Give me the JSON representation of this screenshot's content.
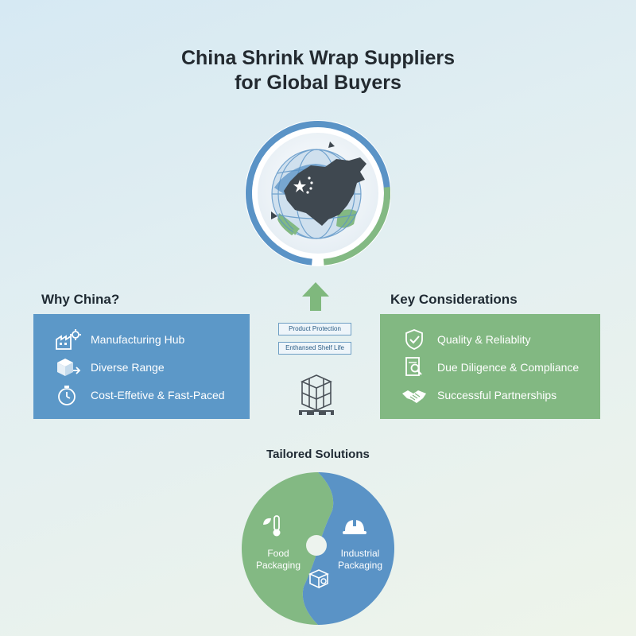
{
  "title": {
    "line1": "China Shrink Wrap Suppliers",
    "line2": "for Global Buyers"
  },
  "globe": {
    "icon": "globe-china-map-icon",
    "colors": {
      "blue": "#5a93c6",
      "green": "#83b983",
      "land": "#3f4850"
    }
  },
  "why_china": {
    "heading": "Why China?",
    "color": "#5c98c8",
    "items": [
      {
        "label": "Manufacturing Hub",
        "icon": "factory-gear-icon"
      },
      {
        "label": "Diverse Range",
        "icon": "boxes-icon"
      },
      {
        "label": "Cost-Effetive & Fast-Paced",
        "icon": "stopwatch-icon"
      }
    ]
  },
  "center": {
    "arrow_icon": "up-arrow-icon",
    "tags": [
      "Product Protection",
      "Enthansed Shelf Life"
    ],
    "pallet_icon": "wrapped-pallet-icon"
  },
  "key_considerations": {
    "heading": "Key Considerations",
    "color": "#82b882",
    "items": [
      {
        "label": "Quality & Reliablity",
        "icon": "shield-check-icon"
      },
      {
        "label": "Due Diligence & Compliance",
        "icon": "document-search-icon"
      },
      {
        "label": "Successful Partnerships",
        "icon": "handshake-icon"
      }
    ]
  },
  "tailored": {
    "heading": "Tailored Solutions",
    "food": {
      "line1": "Food",
      "line2": "Packaging",
      "icon": "thermometer-leaf-icon"
    },
    "industrial": {
      "line1": "Industrial",
      "line2": "Packaging",
      "icon": "hard-hat-icon",
      "box_icon": "box-icon"
    }
  }
}
